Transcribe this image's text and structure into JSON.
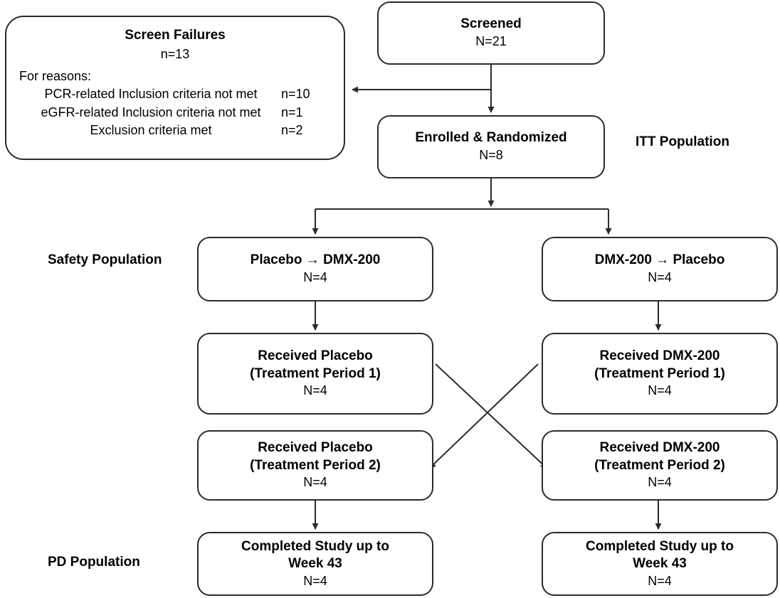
{
  "diagram": {
    "title": "CONSORT participant flow diagram",
    "line_color": "#2b2b2b",
    "background": "#ffffff"
  },
  "population_labels": [
    {
      "id": "itt",
      "label": "ITT Population"
    },
    {
      "id": "safety",
      "label": "Safety Population"
    },
    {
      "id": "pd",
      "label": "PD Population"
    }
  ],
  "nodes": {
    "screened": {
      "title": "Screened",
      "count": "N=21"
    },
    "enrolled": {
      "title": "Enrolled & Randomized",
      "count": "N=8"
    },
    "screen_failures": {
      "title": "Screen Failures",
      "count": "n=13",
      "reasons_title": "For reasons:",
      "reasons": [
        {
          "text": "PCR-related Inclusion criteria not met",
          "count": "n=10"
        },
        {
          "text": "eGFR-related Inclusion criteria not met",
          "count": "n=1"
        },
        {
          "text": "Exclusion criteria met",
          "count": "n=2"
        }
      ]
    },
    "arm_left": {
      "title": "Placebo → DMX-200",
      "count": "N=4"
    },
    "arm_right": {
      "title": "DMX-200 → Placebo",
      "count": "N=4"
    },
    "left_p1": {
      "line1": "Received Placebo",
      "line2": "(Treatment Period 1)",
      "count": "N=4"
    },
    "right_p1": {
      "line1": "Received DMX-200",
      "line2": "(Treatment Period 1)",
      "count": "N=4"
    },
    "left_p2": {
      "line1": "Received Placebo",
      "line2": "(Treatment Period 2)",
      "count": "N=4"
    },
    "right_p2": {
      "line1": "Received DMX-200",
      "line2": "(Treatment Period 2)",
      "count": "N=4"
    },
    "left_complete": {
      "line1": "Completed Study up to",
      "line2": "Week 43",
      "count": "N=4"
    },
    "right_complete": {
      "line1": "Completed Study up to",
      "line2": "Week 43",
      "count": "N=4"
    }
  }
}
